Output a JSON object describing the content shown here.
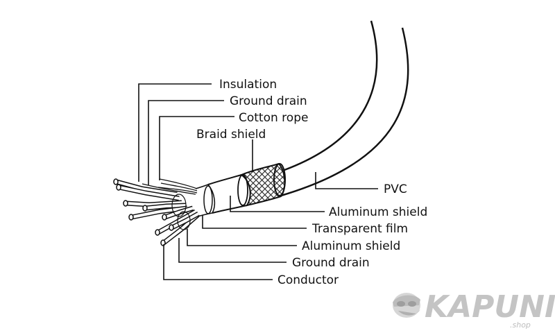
{
  "labels": {
    "insulation": "Insulation",
    "ground_drain_top": "Ground drain",
    "cotton_rope": "Cotton rope",
    "braid_shield": "Braid shield",
    "pvc": "PVC",
    "aluminum_shield_outer": "Aluminum shield",
    "transparent_film": "Transparent film",
    "aluminum_shield_inner": "Aluminum shield",
    "ground_drain_bottom": "Ground drain",
    "conductor": "Conductor"
  },
  "logo": {
    "brand": "KAPUNI",
    "suffix": ".shop"
  },
  "colors": {
    "line": "#111111",
    "braid": "#333333",
    "logo": "#c4c4c4"
  }
}
